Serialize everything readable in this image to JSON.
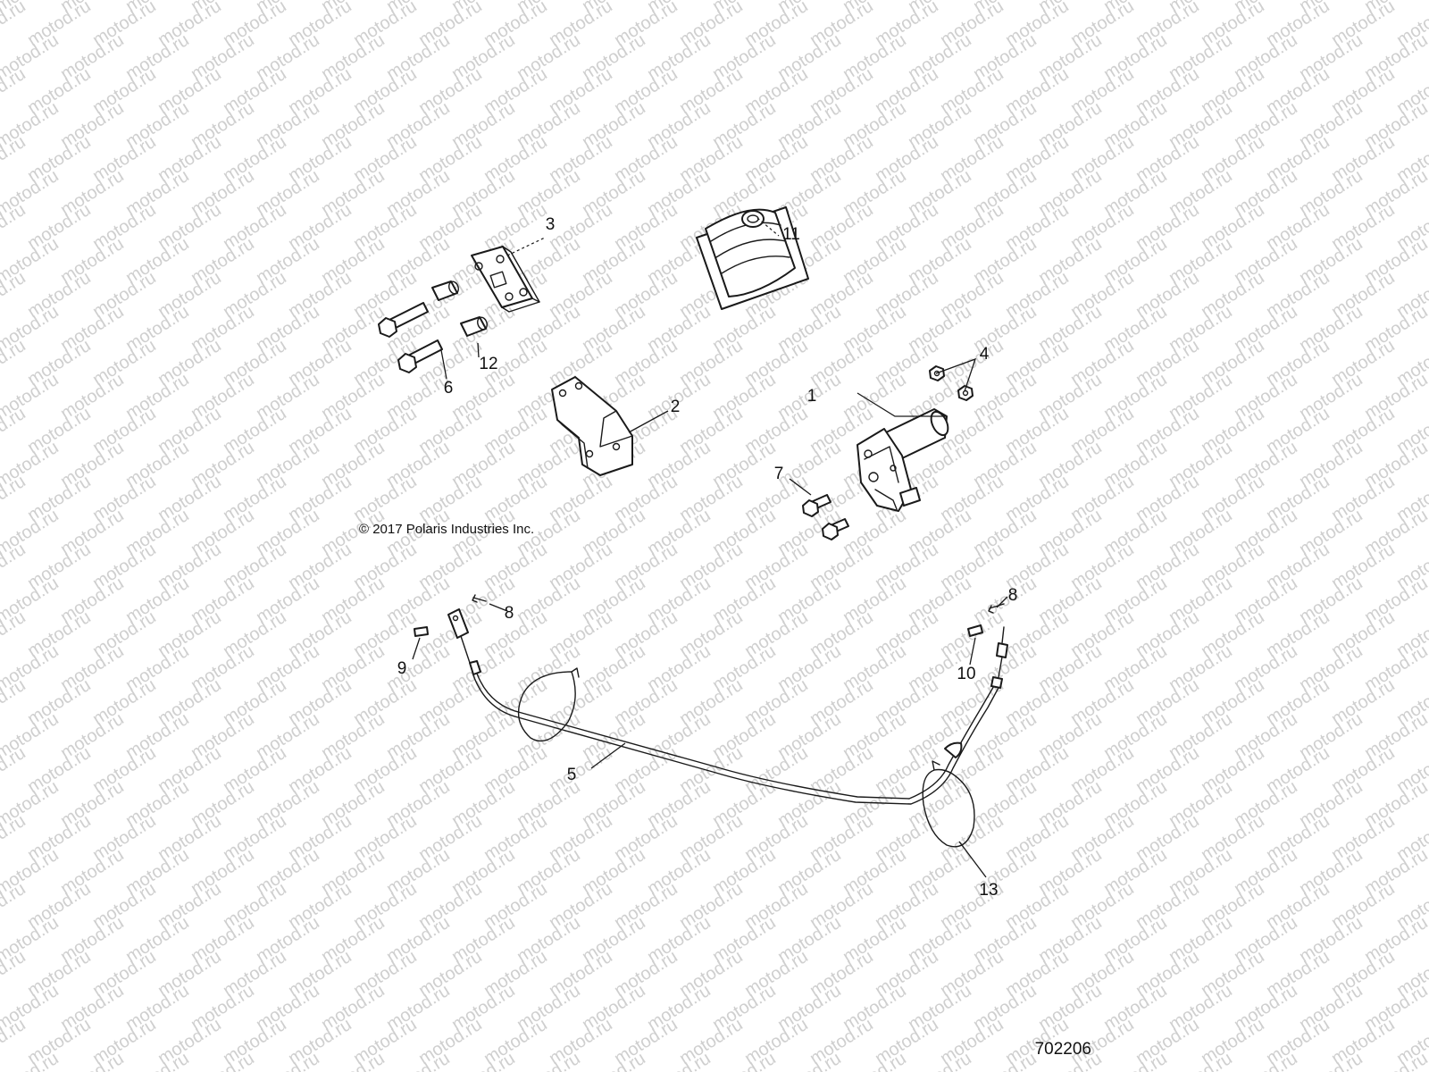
{
  "watermark": {
    "text": "motod.ru",
    "color": "#cfcfcf"
  },
  "copyright": "© 2017  Polaris Industries Inc.",
  "figure_number": "702206",
  "line_color": "#1a1a1a",
  "parts": [
    {
      "id": "p1",
      "label": "1",
      "icon": "park-brake-lever-icon"
    },
    {
      "id": "p2",
      "label": "2",
      "icon": "mounting-bracket-icon"
    },
    {
      "id": "p3",
      "label": "3",
      "icon": "bracket-plate-icon"
    },
    {
      "id": "p4",
      "label": "4",
      "icon": "nut-icon"
    },
    {
      "id": "p5",
      "label": "5",
      "icon": "brake-cable-icon"
    },
    {
      "id": "p6",
      "label": "6",
      "icon": "bolt-icon"
    },
    {
      "id": "p7",
      "label": "7",
      "icon": "bolt-icon"
    },
    {
      "id": "p8a",
      "label": "8",
      "icon": "clip-icon"
    },
    {
      "id": "p8b",
      "label": "8",
      "icon": "clip-icon"
    },
    {
      "id": "p9",
      "label": "9",
      "icon": "pin-icon"
    },
    {
      "id": "p10",
      "label": "10",
      "icon": "pin-icon"
    },
    {
      "id": "p11",
      "label": "11",
      "icon": "boot-icon"
    },
    {
      "id": "p12",
      "label": "12",
      "icon": "spacer-icon"
    },
    {
      "id": "p13",
      "label": "13",
      "icon": "cable-tie-icon"
    }
  ]
}
